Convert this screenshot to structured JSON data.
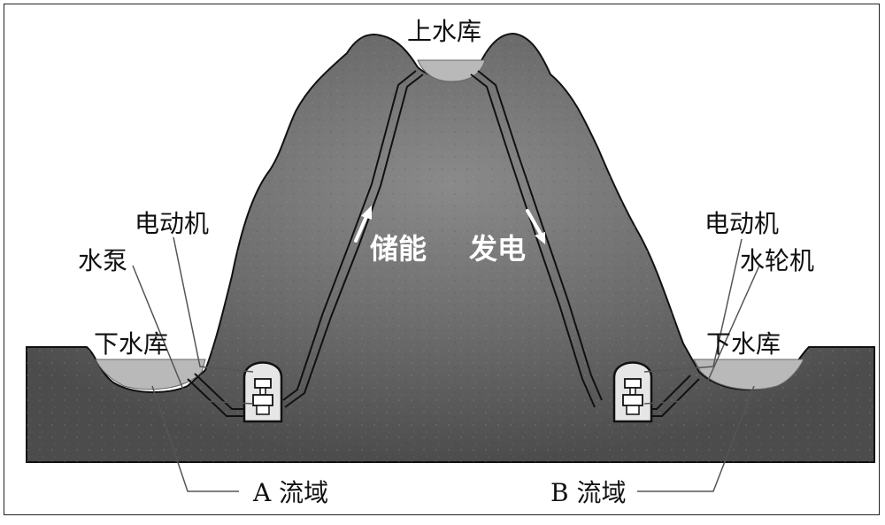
{
  "labels": {
    "upper_reservoir": "上水库",
    "motor_left": "电动机",
    "pump": "水泵",
    "lower_reservoir_left": "下水库",
    "store_energy": "储能",
    "generate": "发电",
    "motor_right": "电动机",
    "turbine": "水轮机",
    "lower_reservoir_right": "下水库",
    "basin_a": "A 流域",
    "basin_b": "B 流域"
  },
  "colors": {
    "rock": "#5e5e5e",
    "rock_light": "#7a7a7a",
    "water": "#b7b7b7",
    "outline": "#111111",
    "arrow": "#ffffff"
  }
}
